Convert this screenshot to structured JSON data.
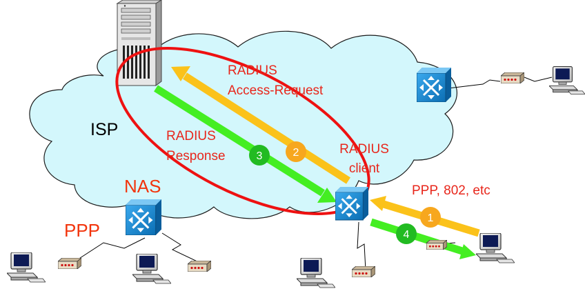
{
  "diagram": {
    "cloud_label": "ISP",
    "nas_label": "NAS",
    "ppp_label": "PPP",
    "radius_request_line1": "RADIUS",
    "radius_request_line2": "Access-Request",
    "radius_response_line1": "RADIUS",
    "radius_response_line2": "Response",
    "radius_client_line1": "RADIUS",
    "radius_client_line2": "client",
    "access_protocols_label": "PPP, 802, etc",
    "steps": [
      "1",
      "2",
      "3",
      "4"
    ]
  },
  "colors": {
    "cloud_fill": "#d3f7fc",
    "cloud_stroke": "#1a1a1a",
    "ellipse": "#ee1111",
    "arrow_orange": "#fbc21a",
    "arrow_green": "#44ee22",
    "badge_orange": "#f7a71e",
    "badge_green": "#22bb22",
    "router_fill": "#1a8fd6",
    "label_red": "#e8261b"
  }
}
